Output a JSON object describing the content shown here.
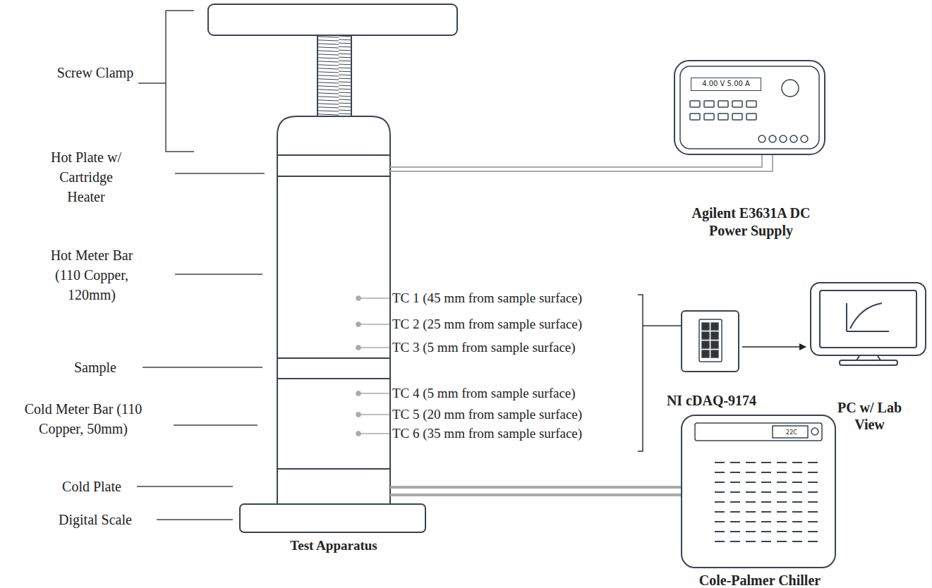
{
  "diagram": {
    "nodes": [
      {
        "text": [
          "Test Apparatus"
        ]
      },
      {
        "text": [
          "4.00 V 5.00 A",
          "Agilent E3631A DC Power Supply"
        ]
      },
      {
        "text": [
          "NI cDAQ-9174"
        ]
      },
      {
        "text": [
          "PC w/ Lab View"
        ]
      },
      {
        "text": [
          "22C",
          "Cole-Palmer Chiller"
        ]
      }
    ],
    "edges": [
      {
        "from": 1,
        "to": 0,
        "arrow": "none"
      },
      {
        "from": 2,
        "to": 3,
        "arrow": "to"
      },
      {
        "from": 4,
        "to": 0,
        "arrow": "none"
      }
    ],
    "labels": [
      "Screw Clamp",
      "Hot Plate w/ Cartridge Heater",
      "Hot Meter Bar (110 Copper, 120mm)",
      "Sample",
      "Cold Meter Bar (110 Copper, 50mm)",
      "Cold Plate",
      "Digital Scale",
      "TC 1 (45 mm from sample surface)",
      "TC 2 (25 mm from sample surface)",
      "TC 3 (5 mm from sample surface)",
      "TC 4 (5 mm from sample surface)",
      "TC 5 (20 mm from sample surface)",
      "TC 6 (35 mm from sample surface)"
    ]
  }
}
